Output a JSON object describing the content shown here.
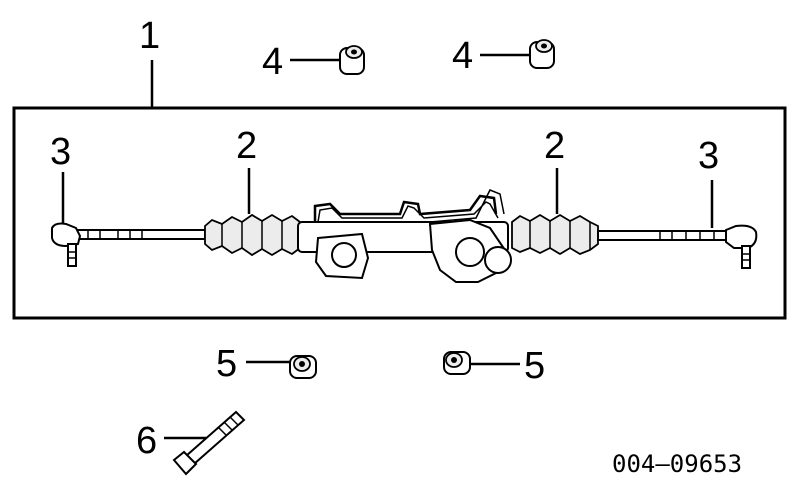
{
  "diagram": {
    "callouts": {
      "rack_assembly": "1",
      "boot_left": "2",
      "boot_right": "2",
      "tie_rod_end_left": "3",
      "tie_rod_end_right": "3",
      "bushing_top_left": "4",
      "bushing_top_right": "4",
      "bushing_bottom_left": "5",
      "bushing_bottom_right": "5",
      "bolt": "6"
    },
    "figure_code": "004–09653"
  },
  "colors": {
    "ink": "#000000",
    "paper": "#ffffff"
  }
}
